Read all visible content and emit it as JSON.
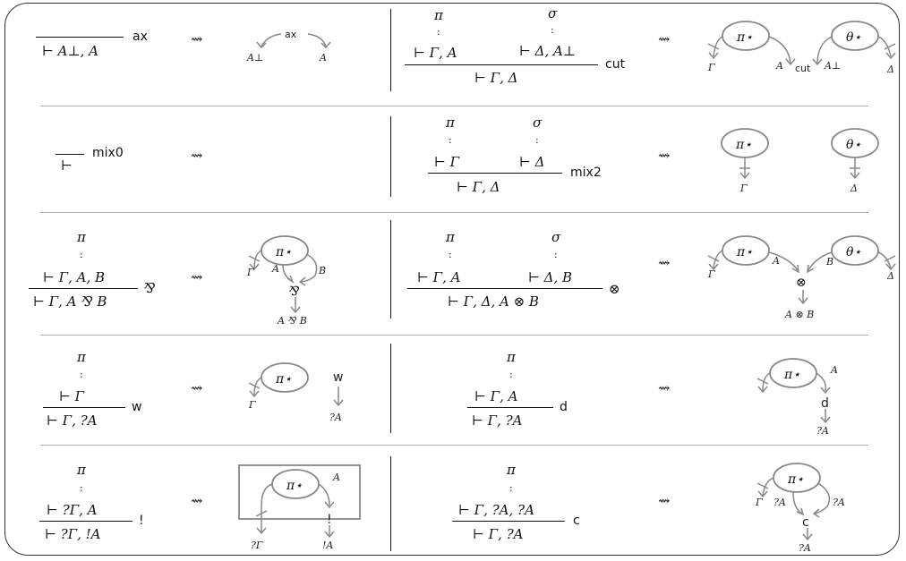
{
  "symbols": {
    "leadsto": "⇝",
    "dots": ":"
  },
  "rows": [
    {
      "left": {
        "rule": "ax",
        "premises": [],
        "conclusion": "⊢ A⊥, A",
        "net_labels": {
          "link": "ax",
          "l": "A⊥",
          "r": "A"
        }
      },
      "right": {
        "rule": "cut",
        "proof_names": [
          "π",
          "σ"
        ],
        "premises": [
          "⊢ Γ, A",
          "⊢ Δ, A⊥"
        ],
        "conclusion": "⊢ Γ, Δ",
        "net_labels": {
          "box1": "π⋆",
          "box2": "θ⋆",
          "link": "cut",
          "a": "A",
          "aperp": "A⊥",
          "g": "Γ",
          "d": "Δ"
        }
      }
    },
    {
      "left": {
        "rule": "mix0",
        "conclusion": "⊢"
      },
      "right": {
        "rule": "mix2",
        "proof_names": [
          "π",
          "σ"
        ],
        "premises": [
          "⊢ Γ",
          "⊢ Δ"
        ],
        "conclusion": "⊢ Γ, Δ",
        "net_labels": {
          "box1": "π⋆",
          "box2": "θ⋆",
          "g": "Γ",
          "d": "Δ"
        }
      }
    },
    {
      "left": {
        "rule": "⅋",
        "proof_names": [
          "π"
        ],
        "premises": [
          "⊢ Γ, A, B"
        ],
        "conclusion": "⊢ Γ, A ⅋ B",
        "net_labels": {
          "box": "π⋆",
          "g": "Γ",
          "a": "A",
          "b": "B",
          "link": "⅋",
          "out": "A ⅋ B"
        }
      },
      "right": {
        "rule": "⊗",
        "proof_names": [
          "π",
          "σ"
        ],
        "premises": [
          "⊢ Γ, A",
          "⊢ Δ, B"
        ],
        "conclusion": "⊢ Γ, Δ, A ⊗ B",
        "net_labels": {
          "box1": "π⋆",
          "box2": "θ⋆",
          "g": "Γ",
          "d": "Δ",
          "a": "A",
          "b": "B",
          "link": "⊗",
          "out": "A ⊗ B"
        }
      }
    },
    {
      "left": {
        "rule": "w",
        "proof_names": [
          "π"
        ],
        "premises": [
          "⊢ Γ"
        ],
        "conclusion": "⊢ Γ, ?A",
        "net_labels": {
          "box": "π⋆",
          "g": "Γ",
          "link": "w",
          "out": "?A"
        }
      },
      "right": {
        "rule": "d",
        "proof_names": [
          "π"
        ],
        "premises": [
          "⊢ Γ, A"
        ],
        "conclusion": "⊢ Γ, ?A",
        "net_labels": {
          "box": "π⋆",
          "a": "A",
          "link": "d",
          "out": "?A"
        }
      }
    },
    {
      "left": {
        "rule": "!",
        "proof_names": [
          "π"
        ],
        "premises": [
          "⊢ ?Γ, A"
        ],
        "conclusion": "⊢ ?Γ, !A",
        "net_labels": {
          "box": "π⋆",
          "a": "A",
          "link": "!",
          "g": "?Γ",
          "out": "!A"
        }
      },
      "right": {
        "rule": "c",
        "proof_names": [
          "π"
        ],
        "premises": [
          "⊢ Γ, ?A, ?A"
        ],
        "conclusion": "⊢ Γ, ?A",
        "net_labels": {
          "box": "π⋆",
          "g": "Γ",
          "a1": "?A",
          "a2": "?A",
          "link": "c",
          "out": "?A"
        }
      }
    }
  ],
  "colors": {
    "wire": "#888888",
    "ink": "#111111",
    "divider": "#aaaaaa"
  }
}
